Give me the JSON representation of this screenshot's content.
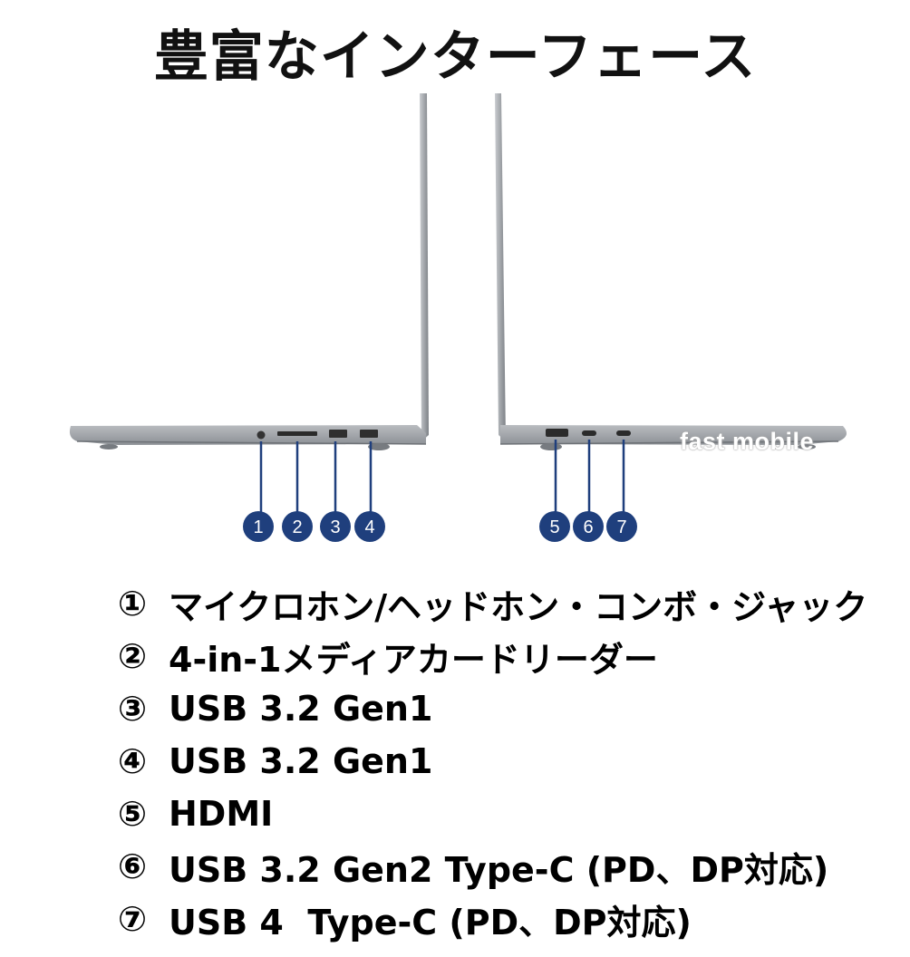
{
  "title": "豊富なインターフェース",
  "watermark": "fast mobile",
  "markers": {
    "left": [
      "1",
      "2",
      "3",
      "4"
    ],
    "right": [
      "5",
      "6",
      "7"
    ]
  },
  "colors": {
    "marker": "#1f3f7d",
    "laptop_body": "#9fa3a8",
    "laptop_edge": "#6e7277"
  },
  "ports": [
    {
      "num": "①",
      "label": "マイクロホン/ヘッドホン・コンボ・ジャック"
    },
    {
      "num": "②",
      "label": "4-in-1メディアカードリーダー"
    },
    {
      "num": "③",
      "label": "USB 3.2 Gen1"
    },
    {
      "num": "④",
      "label": "USB 3.2 Gen1"
    },
    {
      "num": "⑤",
      "label": "HDMI"
    },
    {
      "num": "⑥",
      "label": "USB 3.2 Gen2 Type-C (PD、DP対応)"
    },
    {
      "num": "⑦",
      "label": "USB 4  Type-C (PD、DP対応)"
    }
  ]
}
